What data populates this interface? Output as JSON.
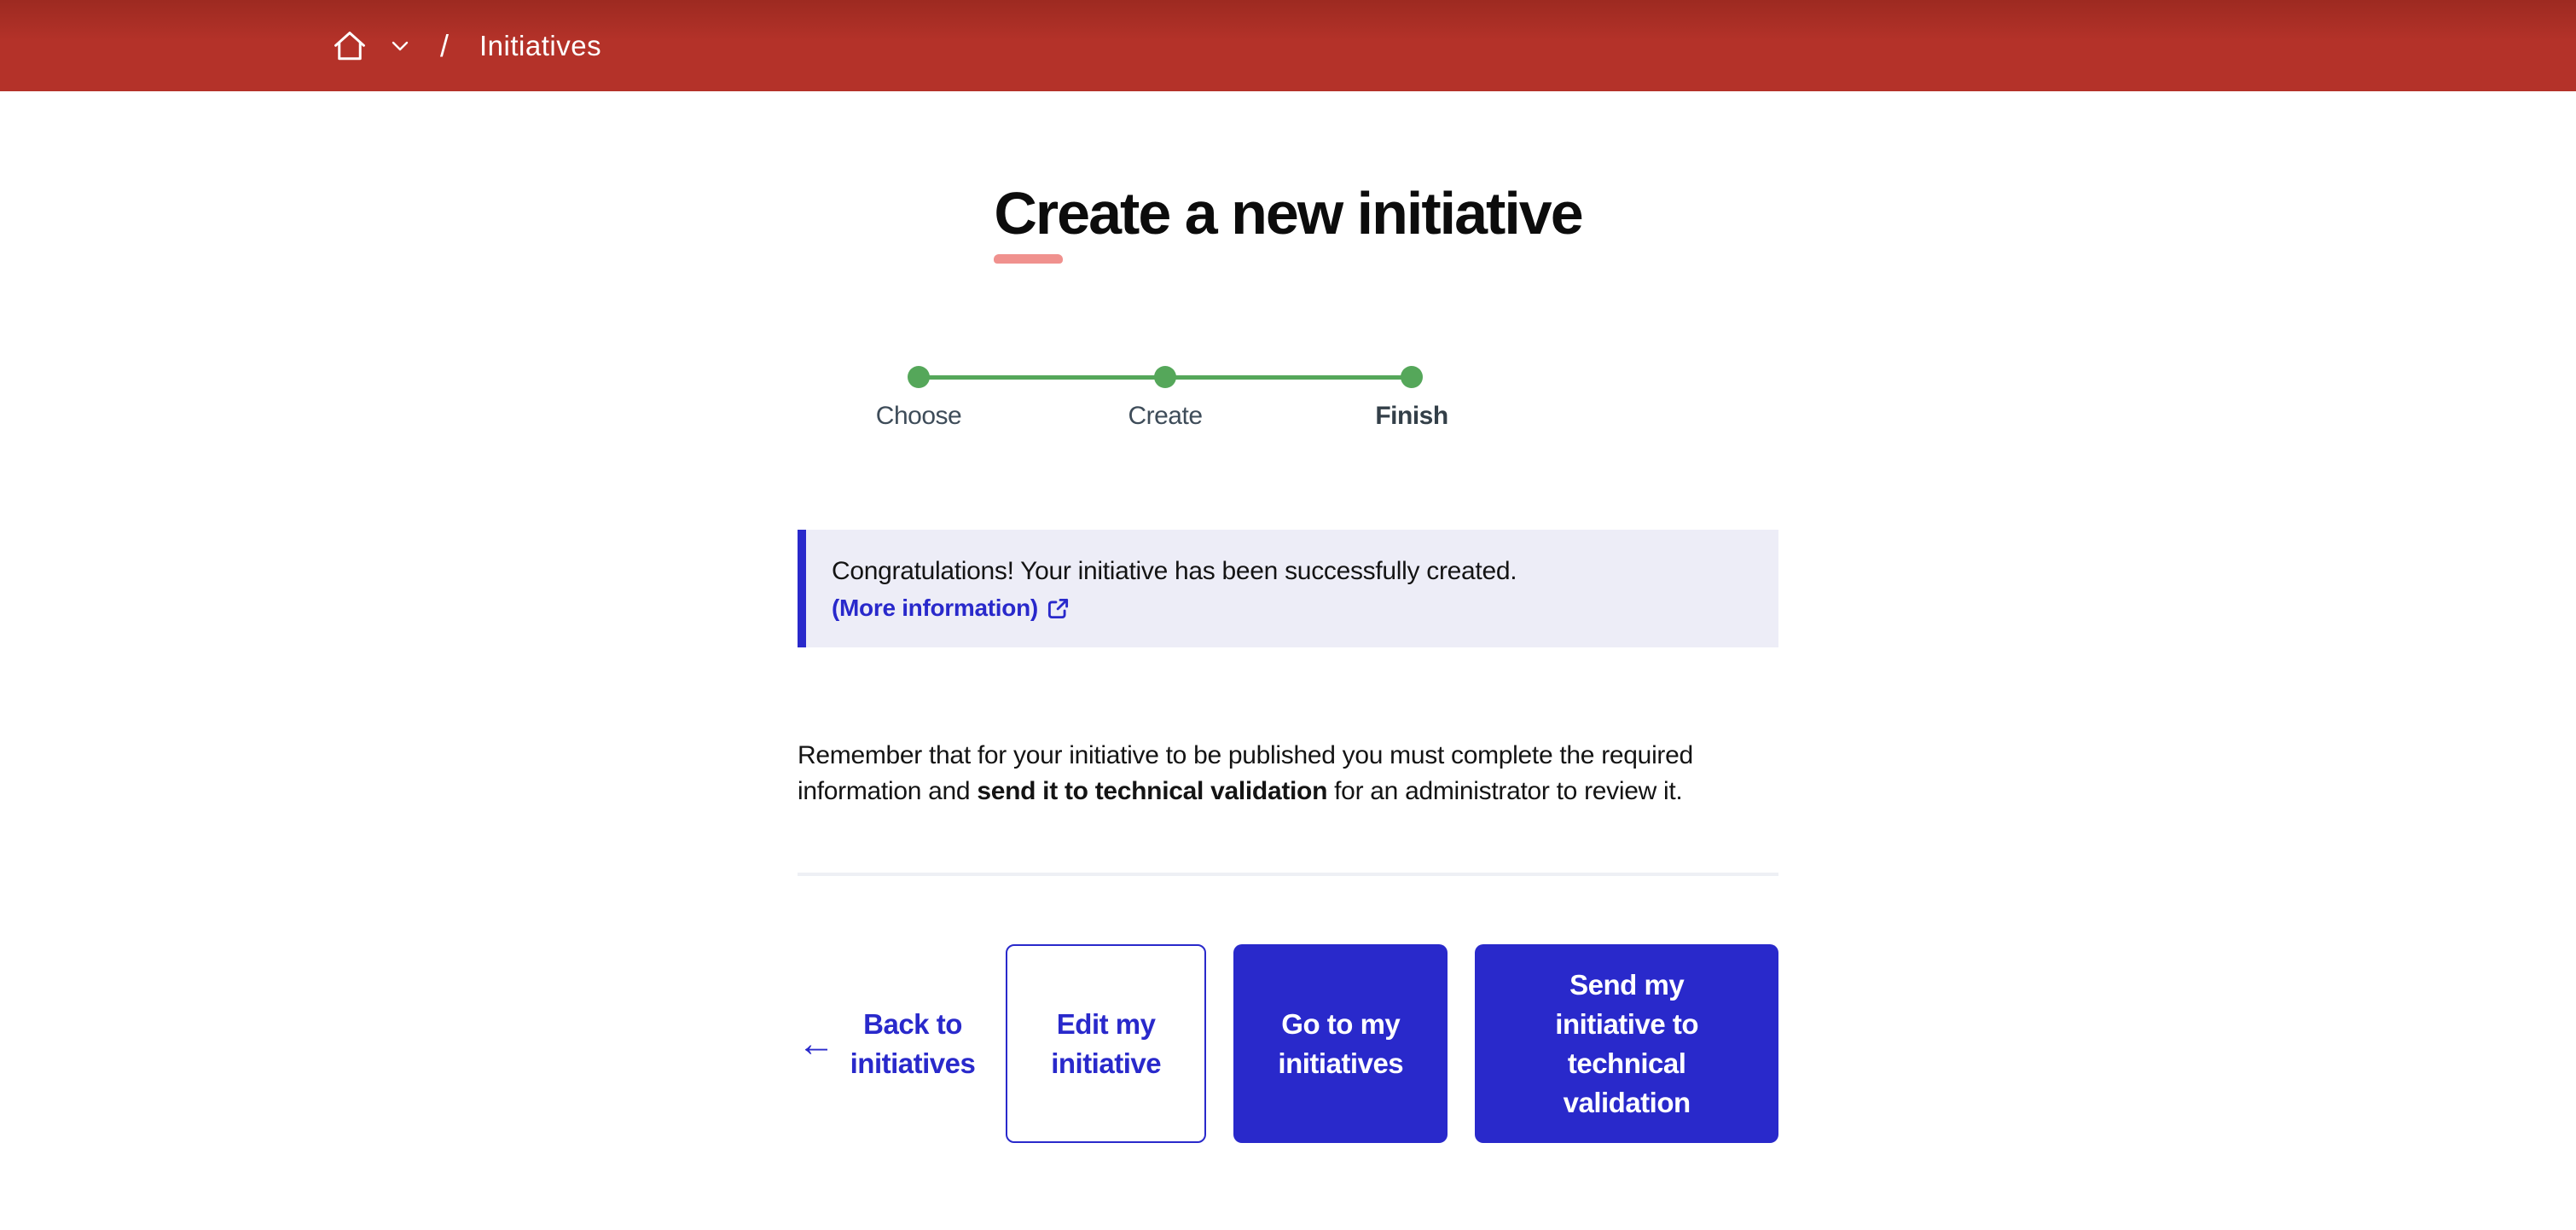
{
  "header": {
    "breadcrumb": {
      "separator": "/",
      "current_page": "Initiatives"
    }
  },
  "main": {
    "title": "Create a new initiative",
    "stepper": {
      "steps": [
        {
          "label": "Choose",
          "state": "completed"
        },
        {
          "label": "Create",
          "state": "completed"
        },
        {
          "label": "Finish",
          "state": "current"
        }
      ]
    },
    "alert": {
      "message": "Congratulations! Your initiative has been successfully created.",
      "link_label": "(More information)"
    },
    "note": {
      "before": "Remember that for your initiative to be published you must complete the required information and ",
      "bold": "send it to technical validation",
      "after": " for an administrator to review it."
    },
    "actions": {
      "back_arrow": "←",
      "back_link": "Back to initiatives",
      "edit_button": "Edit my initiative",
      "go_button": "Go to my initiatives",
      "send_button": "Send my initiative to technical validation"
    }
  },
  "colors": {
    "header_red": "#b43229",
    "primary_blue": "#2929cb",
    "success_green": "#55a75a",
    "alert_background": "#ededf7",
    "title_underline_pink": "#f0918e",
    "step_label_gray": "#3e4c59",
    "divider_gray": "#eef0f5"
  }
}
